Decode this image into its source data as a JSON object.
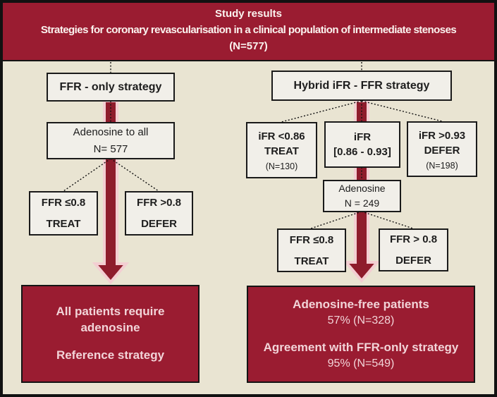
{
  "colors": {
    "dark_red": "#9a1c31",
    "arrow_red": "#8e1c2c",
    "arrow_glow": "#f3ced2",
    "background": "#e9e4d2",
    "box_fill": "#f1efe9",
    "box_border": "#1a1a1a",
    "light_text": "#f2d4d8",
    "white_text": "#fbf3ef"
  },
  "header": {
    "line1": "Study results",
    "line2": "Strategies for coronary revascularisation in a clinical population of intermediate stenoses",
    "line3": "(N=577)"
  },
  "left_branch": {
    "strategy_label": "FFR - only strategy",
    "adenosine_box": {
      "line1": "Adenosine to all",
      "line2": "N= 577"
    },
    "treat_box": {
      "line1": "FFR ≤0.8",
      "line2": "TREAT"
    },
    "defer_box": {
      "line1": "FFR >0.8",
      "line2": "DEFER"
    },
    "result_box": {
      "line1": "All patients require adenosine",
      "line2": "Reference strategy"
    }
  },
  "right_branch": {
    "strategy_label": "Hybrid iFR - FFR strategy",
    "ifr_treat_box": {
      "line1": "iFR <0.86",
      "line2": "TREAT",
      "line3": "(N=130)"
    },
    "ifr_mid_box": {
      "line1": "iFR",
      "line2": "[0.86 - 0.93]"
    },
    "ifr_defer_box": {
      "line1": "iFR >0.93",
      "line2": "DEFER",
      "line3": "(N=198)"
    },
    "adenosine_box": {
      "line1": "Adenosine",
      "line2": "N = 249"
    },
    "treat_box": {
      "line1": "FFR ≤0.8",
      "line2": "TREAT"
    },
    "defer_box": {
      "line1": "FFR > 0.8",
      "line2": "DEFER"
    },
    "result_box": {
      "line1": "Adenosine-free patients",
      "line2": "57% (N=328)",
      "line3": "Agreement with FFR-only strategy",
      "line4": "95% (N=549)"
    }
  }
}
